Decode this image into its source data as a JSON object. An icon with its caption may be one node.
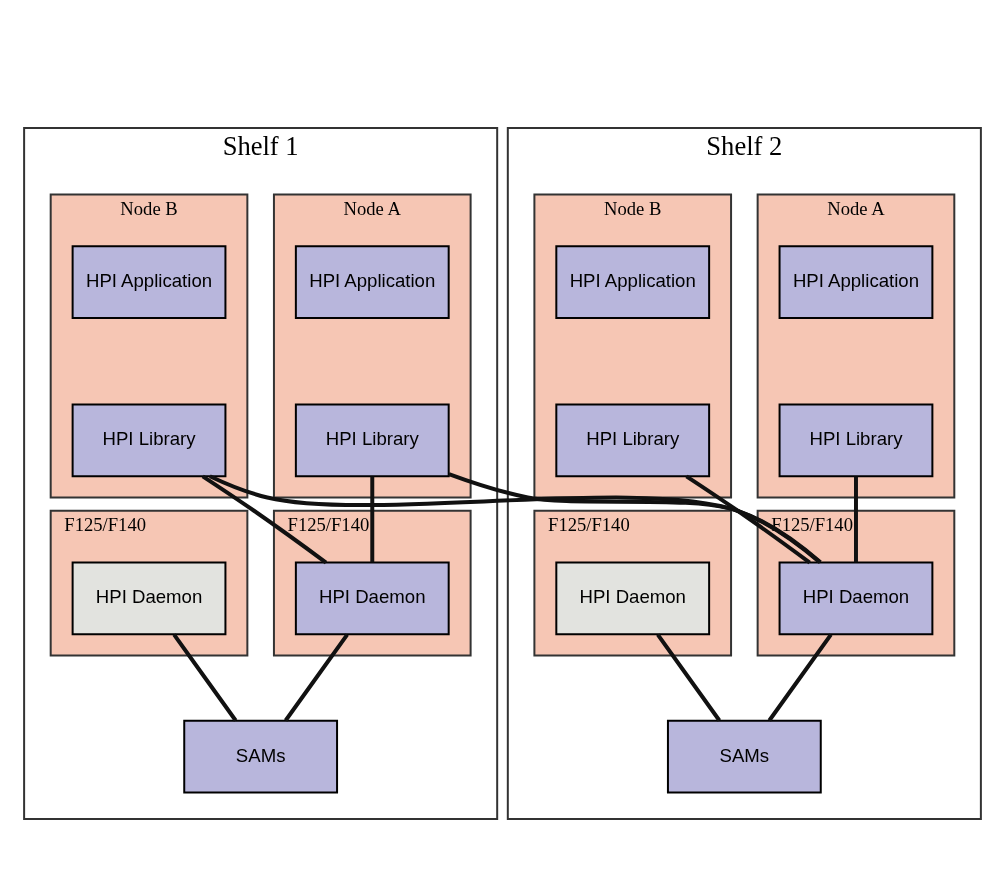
{
  "diagram": {
    "nodes": [
      {
        "text": [
          "Shelf 1"
        ]
      },
      {
        "text": [
          "Node A"
        ],
        "in": 0
      },
      {
        "text": [
          "HPI Application"
        ],
        "in": 1
      },
      {
        "text": [
          "HPI Library"
        ],
        "in": 1
      },
      {
        "text": [
          "Node B"
        ],
        "in": 0
      },
      {
        "text": [
          "HPI Application"
        ],
        "in": 4
      },
      {
        "text": [
          "HPI Library"
        ],
        "in": 4
      },
      {
        "text": [
          "F125/F140"
        ],
        "in": 0
      },
      {
        "text": [
          "HPI Daemon"
        ],
        "in": 7
      },
      {
        "text": [
          "F125/F140"
        ],
        "in": 0
      },
      {
        "text": [
          "HPI Daemon"
        ],
        "in": 9
      },
      {
        "text": [
          "SAMs"
        ],
        "in": 0
      },
      {
        "text": [
          "Shelf 2"
        ]
      },
      {
        "text": [
          "Node A"
        ],
        "in": 12
      },
      {
        "text": [
          "HPI Application"
        ],
        "in": 13
      },
      {
        "text": [
          "HPI Library"
        ],
        "in": 13
      },
      {
        "text": [
          "Node B"
        ],
        "in": 12
      },
      {
        "text": [
          "HPI Application"
        ],
        "in": 16
      },
      {
        "text": [
          "HPI Library"
        ],
        "in": 16
      },
      {
        "text": [
          "F125/F140"
        ],
        "in": 12
      },
      {
        "text": [
          "HPI Daemon"
        ],
        "in": 19
      },
      {
        "text": [
          "F125/F140"
        ],
        "in": 12
      },
      {
        "text": [
          "HPI Daemon"
        ],
        "in": 21
      },
      {
        "text": [
          "SAMs"
        ],
        "in": 12
      }
    ],
    "edges": [
      {
        "from": 3,
        "to": 8,
        "arrow": "none"
      },
      {
        "from": 3,
        "to": 20,
        "arrow": "none"
      },
      {
        "from": 6,
        "to": 8,
        "arrow": "none"
      },
      {
        "from": 6,
        "to": 20,
        "arrow": "none"
      },
      {
        "from": 15,
        "to": 20,
        "arrow": "none"
      },
      {
        "from": 18,
        "to": 20,
        "arrow": "none"
      },
      {
        "from": 8,
        "to": 11,
        "arrow": "none"
      },
      {
        "from": 10,
        "to": 11,
        "arrow": "none"
      },
      {
        "from": 20,
        "to": 23,
        "arrow": "none"
      },
      {
        "from": 22,
        "to": 23,
        "arrow": "none"
      }
    ]
  }
}
